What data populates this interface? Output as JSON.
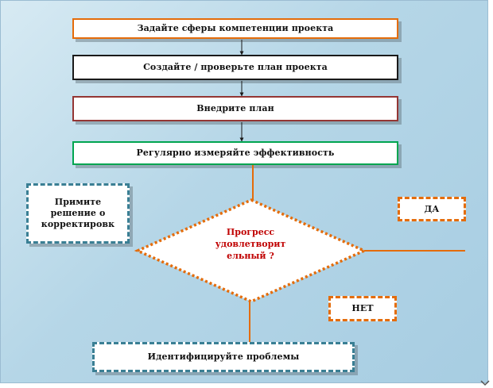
{
  "flowchart": {
    "step1": "Задайте сферы компетенции проекта",
    "step2": "Создайте / проверьте план проекта",
    "step3": "Внедрите план",
    "step4": "Регулярно измеряйте эффективность",
    "decision": "Прогресс удовлетворит ельный ?",
    "yes": "ДА",
    "no": "НЕТ",
    "correction": "Примите решение о корректировк",
    "identify": "Идентифицируйте проблемы"
  },
  "colors": {
    "step1_border": "#e46c0a",
    "step2_border": "#1a1a1a",
    "step3_border": "#943634",
    "step4_border": "#00a550",
    "dashed_teal": "#3a7f94",
    "dotted_orange": "#e46c0a",
    "decision_text": "#c00000",
    "background": "#b5d6e7"
  },
  "icons": {
    "resize_corner": "chevron-down-icon"
  }
}
